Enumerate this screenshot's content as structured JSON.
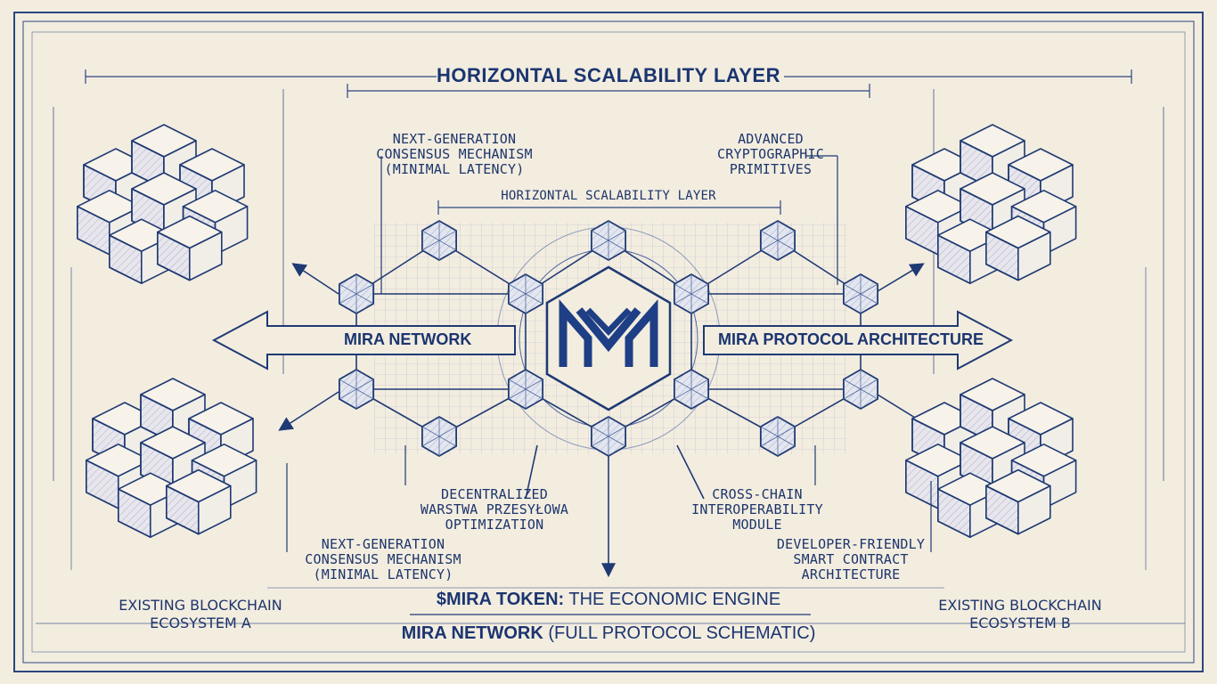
{
  "header": {
    "title": "HORIZONTAL SCALABILITY LAYER"
  },
  "sub_header": {
    "title": "HORIZONTAL SCALABILITY LAYER"
  },
  "annotations": {
    "consensus_top": [
      "NEXT-GENERATION",
      "CONSENSUS MECHANISM",
      "(MINIMAL LATENCY)"
    ],
    "crypto_top": [
      "ADVANCED",
      "CRYPTOGRAPHIC",
      "PRIMITIVES"
    ],
    "decentralized": [
      "DECENTRALIZED",
      "WARSTWA PRZESYŁOWA",
      "OPTIMIZATION"
    ],
    "cross_chain": [
      "CROSS-CHAIN",
      "INTEROPERABILITY",
      "MODULE"
    ],
    "consensus_bottom": [
      "NEXT-GENERATION",
      "CONSENSUS MECHANISM",
      "(MINIMAL LATENCY)"
    ],
    "developer": [
      "DEVELOPER-FRIENDLY",
      "SMART CONTRACT",
      "ARCHITECTURE"
    ]
  },
  "arrows": {
    "left_label": "MIRA NETWORK",
    "right_label": "MIRA PROTOCOL ARCHITECTURE"
  },
  "ecosystems": {
    "a": [
      "EXISTING BLOCKCHAIN",
      "ECOSYSTEM A"
    ],
    "b": [
      "EXISTING BLOCKCHAIN",
      "ECOSYSTEM B"
    ]
  },
  "footer": {
    "token_bold": "$MIRA TOKEN:",
    "token_rest": " THE ECONOMIC ENGINE",
    "network_bold": "MIRA NETWORK",
    "network_rest": " (FULL PROTOCOL SCHEMATIC)"
  },
  "logo": {
    "icon": "mira-m-logo-icon",
    "color": "#1e3f85"
  },
  "colors": {
    "paper": "#f3ede0",
    "ink": "#1f3a73",
    "ink_light": "#5a74a8"
  }
}
